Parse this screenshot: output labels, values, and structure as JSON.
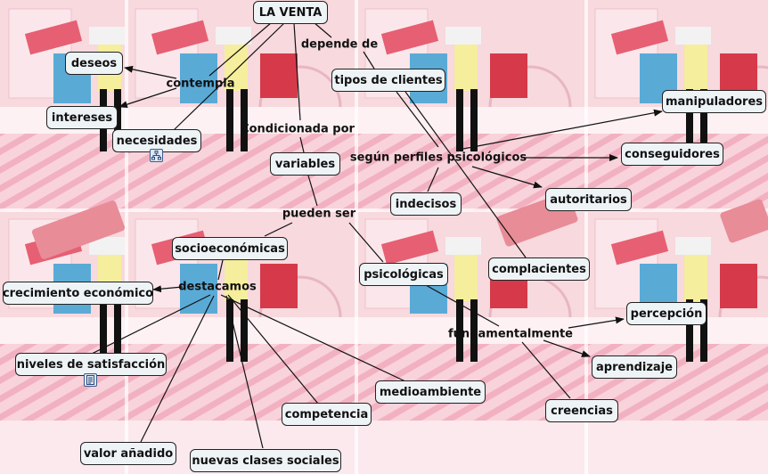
{
  "concepts": {
    "la_venta": "LA VENTA",
    "deseos": "deseos",
    "intereses": "intereses",
    "necesidades": "necesidades",
    "tipos_de_clientes": "tipos de clientes",
    "variables": "variables",
    "manipuladores": "manipuladores",
    "conseguidores": "conseguidores",
    "autoritarios": "autoritarios",
    "indecisos": "indecisos",
    "complacientes": "complacientes",
    "socioeconomicas": "socioeconómicas",
    "psicologicas": "psicológicas",
    "crecimiento_economico": "crecimiento económico",
    "niveles_de_satisfaccion": "niveles de satisfacción",
    "medioambiente": "medioambiente",
    "competencia": "competencia",
    "valor_anadido": "valor añadido",
    "nuevas_clases_sociales": "nuevas clases sociales",
    "percepcion": "percepción",
    "aprendizaje": "aprendizaje",
    "creencias": "creencias"
  },
  "linking_phrases": {
    "depende_de": "depende de",
    "contempla": "contempla",
    "condicionada_por": "Condicionada por",
    "segun_perfiles": "según perfiles psicológicos",
    "pueden_ser": "pueden ser",
    "destacamos": "destacamos",
    "fundamentalmente": "fundamentalmente"
  },
  "resource_icons": {
    "necesidades": "concept-map-resource-icon",
    "niveles_de_satisfaccion": "document-resource-icon"
  },
  "colors": {
    "node_fill": "#eef3f6",
    "node_border": "#222222",
    "line": "#111111",
    "wall_pink": "#f7c6cf",
    "floor_stripe": "#f1a9bb"
  }
}
